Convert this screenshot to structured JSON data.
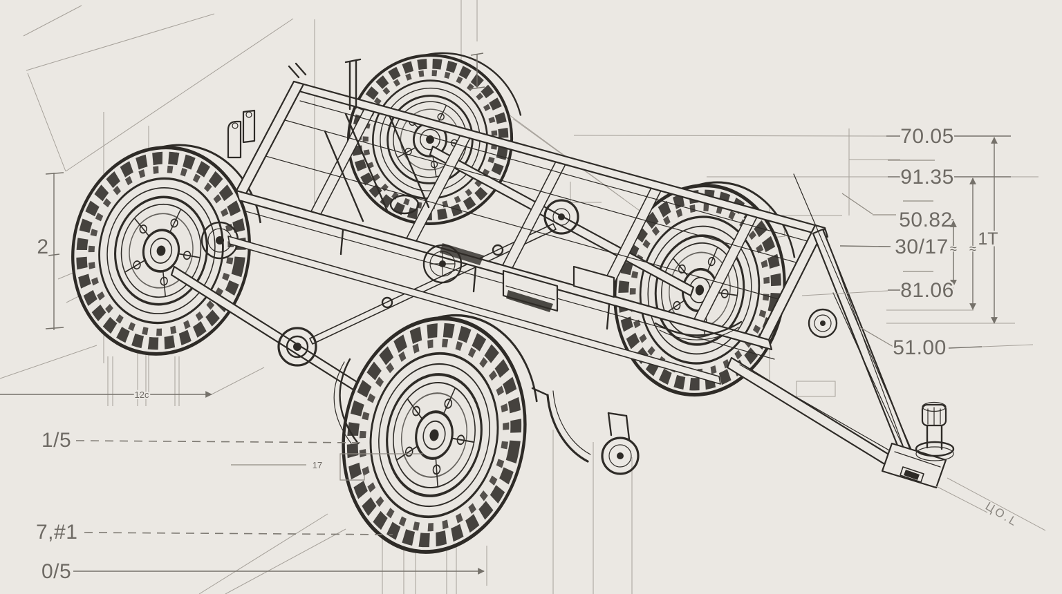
{
  "colors": {
    "background": "#ebe8e3",
    "ink": "#2e2b27",
    "construction": "#a6a19a",
    "dimension_text": "#6e6a64"
  },
  "dimensions": {
    "right_stack": [
      "70.05",
      "91.35",
      "50.82",
      "30/17",
      "81.06",
      "51.00"
    ],
    "overall_height": "1T",
    "break_symbol": "≈",
    "left_height": "2",
    "mid_left": "1/5",
    "lower_left": "7,#1",
    "bottom_left": "0/5",
    "base_small": "12c",
    "detail_small": "17",
    "hitch_note": "ЦO.L"
  }
}
